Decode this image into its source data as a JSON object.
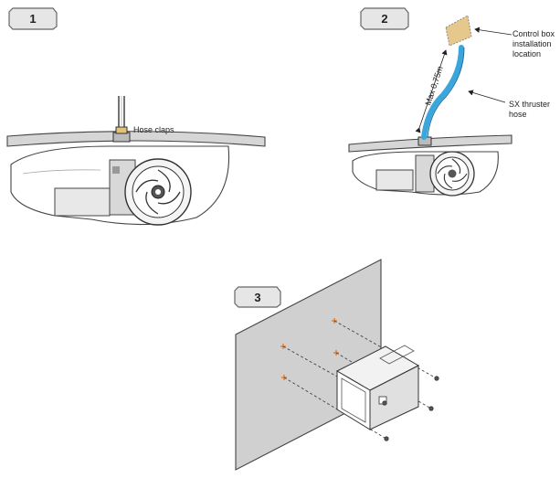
{
  "steps": [
    {
      "badge": "1"
    },
    {
      "badge": "2"
    },
    {
      "badge": "3"
    }
  ],
  "labels": {
    "hose_clamps": "Hose claps",
    "control_box_line1": "Control box",
    "control_box_line2": "installation",
    "control_box_line3": "location",
    "max_length": "Max 0,75m",
    "hose_line1": "SX thruster",
    "hose_line2": "hose"
  },
  "colors": {
    "hose": "#3aa6dc",
    "control_box_area": "#e6c78c",
    "panel": "#d0d0d0",
    "marker": "#e0701c",
    "badge_fill": "#e6e6e6"
  }
}
